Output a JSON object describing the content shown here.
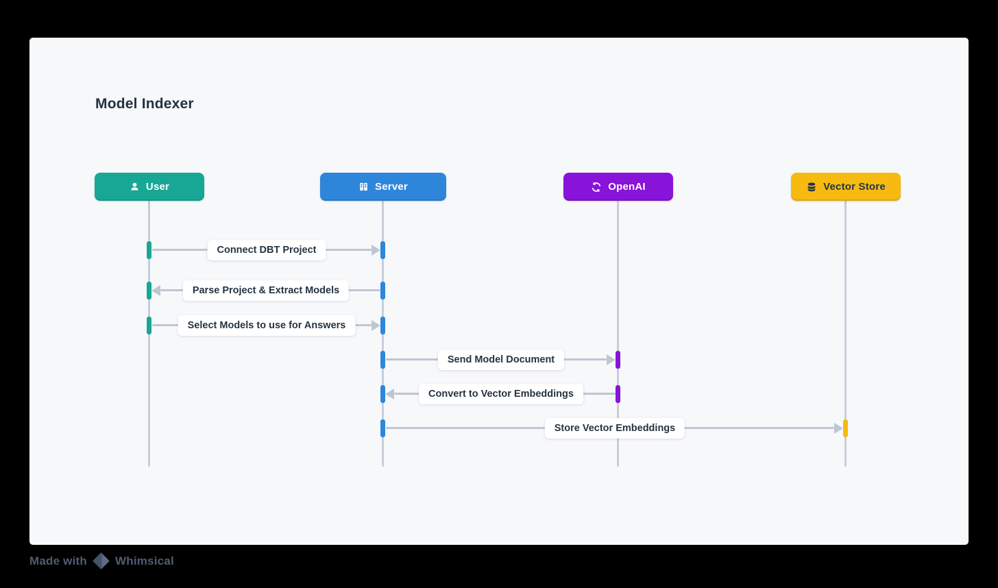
{
  "title": "Model Indexer",
  "actors": [
    {
      "id": "user",
      "label": "User",
      "icon": "person-icon",
      "color": "#18A795",
      "text_color": "#FFFFFF"
    },
    {
      "id": "server",
      "label": "Server",
      "icon": "server-icon",
      "color": "#2E86DB",
      "text_color": "#FFFFFF"
    },
    {
      "id": "openai",
      "label": "OpenAI",
      "icon": "openai-icon",
      "color": "#8813D9",
      "text_color": "#FFFFFF"
    },
    {
      "id": "vector_store",
      "label": "Vector Store",
      "icon": "database-icon",
      "color": "#F6BA11",
      "text_color": "#243442"
    }
  ],
  "messages": [
    {
      "label": "Connect DBT Project",
      "from": "user",
      "to": "server",
      "direction": "right"
    },
    {
      "label": "Parse Project & Extract Models",
      "from": "server",
      "to": "user",
      "direction": "left"
    },
    {
      "label": "Select Models to use for Answers",
      "from": "user",
      "to": "server",
      "direction": "right"
    },
    {
      "label": "Send Model Document",
      "from": "server",
      "to": "openai",
      "direction": "right"
    },
    {
      "label": "Convert to Vector Embeddings",
      "from": "openai",
      "to": "server",
      "direction": "left"
    },
    {
      "label": "Store Vector Embeddings",
      "from": "server",
      "to": "vector_store",
      "direction": "right"
    }
  ],
  "watermark": {
    "text_prefix": "Made with",
    "brand": "Whimsical",
    "logo": "whimsical-diamond-icon"
  },
  "colors": {
    "page_background": "#000000",
    "card_background": "#F7F8FA",
    "lifeline": "#C6CED9",
    "arrow": "#BDC7D2",
    "label_text": "#243442",
    "label_background": "#FFFFFF",
    "title_text": "#223140",
    "watermark_text": "#4F5D72"
  }
}
